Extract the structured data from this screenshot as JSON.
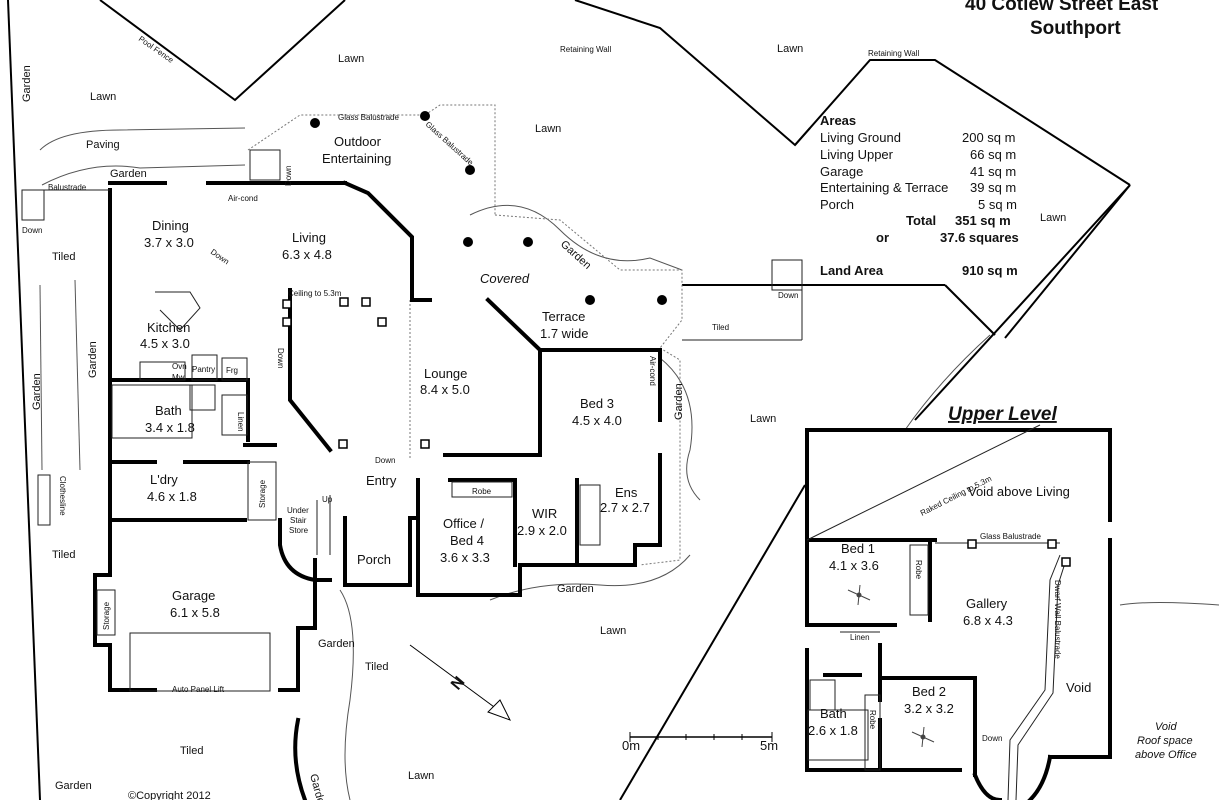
{
  "title": {
    "line1": "40 Cotlew Street East",
    "line2": "Southport"
  },
  "areas": {
    "heading": "Areas",
    "rows": [
      {
        "label": "Living Ground",
        "value": "200 sq m"
      },
      {
        "label": "Living Upper",
        "value": "66 sq m"
      },
      {
        "label": "Garage",
        "value": "41 sq m"
      },
      {
        "label": "Entertaining & Terrace",
        "value": "39 sq m"
      },
      {
        "label": "Porch",
        "value": "5 sq m"
      }
    ],
    "total_label": "Total",
    "total_value": "351 sq m",
    "or_label": "or",
    "squares_value": "37.6 squares",
    "land_label": "Land Area",
    "land_value": "910 sq m"
  },
  "rooms": {
    "dining": {
      "name": "Dining",
      "size": "3.7 x 3.0"
    },
    "living": {
      "name": "Living",
      "size": "6.3 x 4.8"
    },
    "kitchen": {
      "name": "Kitchen",
      "size": "4.5 x 3.0"
    },
    "bath": {
      "name": "Bath",
      "size": "3.4 x 1.8"
    },
    "laundry": {
      "name": "L'dry",
      "size": "4.6 x 1.8"
    },
    "garage": {
      "name": "Garage",
      "size": "6.1 x 5.8"
    },
    "lounge": {
      "name": "Lounge",
      "size": "8.4 x 5.0"
    },
    "bed3": {
      "name": "Bed 3",
      "size": "4.5 x 4.0"
    },
    "office": {
      "name": "Office /",
      "name2": "Bed 4",
      "size": "3.6 x 3.3"
    },
    "wir": {
      "name": "WIR",
      "size": "2.9 x 2.0"
    },
    "ens": {
      "name": "Ens",
      "size": "2.7 x 2.7"
    },
    "outdoor": {
      "name": "Outdoor",
      "name2": "Entertaining"
    },
    "terrace": {
      "name": "Terrace",
      "size": "1.7 wide"
    },
    "entry": "Entry",
    "porch": "Porch",
    "covered": "Covered"
  },
  "upper": {
    "heading": "Upper Level",
    "void_living": "Void above Living",
    "raked": "Raked Ceiling to 5.3m",
    "glass": "Glass Balustrade",
    "dwarf": "Dwarf Wall Balustrade",
    "bed1": {
      "name": "Bed 1",
      "size": "4.1 x 3.6"
    },
    "gallery": {
      "name": "Gallery",
      "size": "6.8 x 4.3"
    },
    "bed2": {
      "name": "Bed 2",
      "size": "3.2 x 3.2"
    },
    "bath": {
      "name": "Bath",
      "size": "2.6 x 1.8"
    },
    "void": "Void",
    "linen": "Linen",
    "robe1": "Robe",
    "robe2": "Robe",
    "down": "Down",
    "roof_void": {
      "l1": "Void",
      "l2": "Roof space",
      "l3": "above Office"
    }
  },
  "labels": {
    "lawn": "Lawn",
    "garden": "Garden",
    "paving": "Paving",
    "tiled": "Tiled",
    "pool_fence": "Pool Fence",
    "retaining_wall": "Retaining Wall",
    "glass_balustrade": "Glass Balustrade",
    "balustrade": "Balustrade",
    "down": "Down",
    "up": "Up",
    "air_cond": "Air-cond",
    "ceiling": "Ceiling to 5.3m",
    "pantry": "Pantry",
    "frg": "Frg",
    "oven": "Ovn",
    "mw": "Mw",
    "linen": "Linen",
    "storage": "Storage",
    "under_stair": {
      "l1": "Under",
      "l2": "Stair",
      "l3": "Store"
    },
    "robe": "Robe",
    "clothesline": "Clothesline",
    "auto_panel": "Auto Panel Lift",
    "copyright": "©Copyright 2012"
  },
  "scale": {
    "start": "0m",
    "end": "5m"
  },
  "north": "N"
}
